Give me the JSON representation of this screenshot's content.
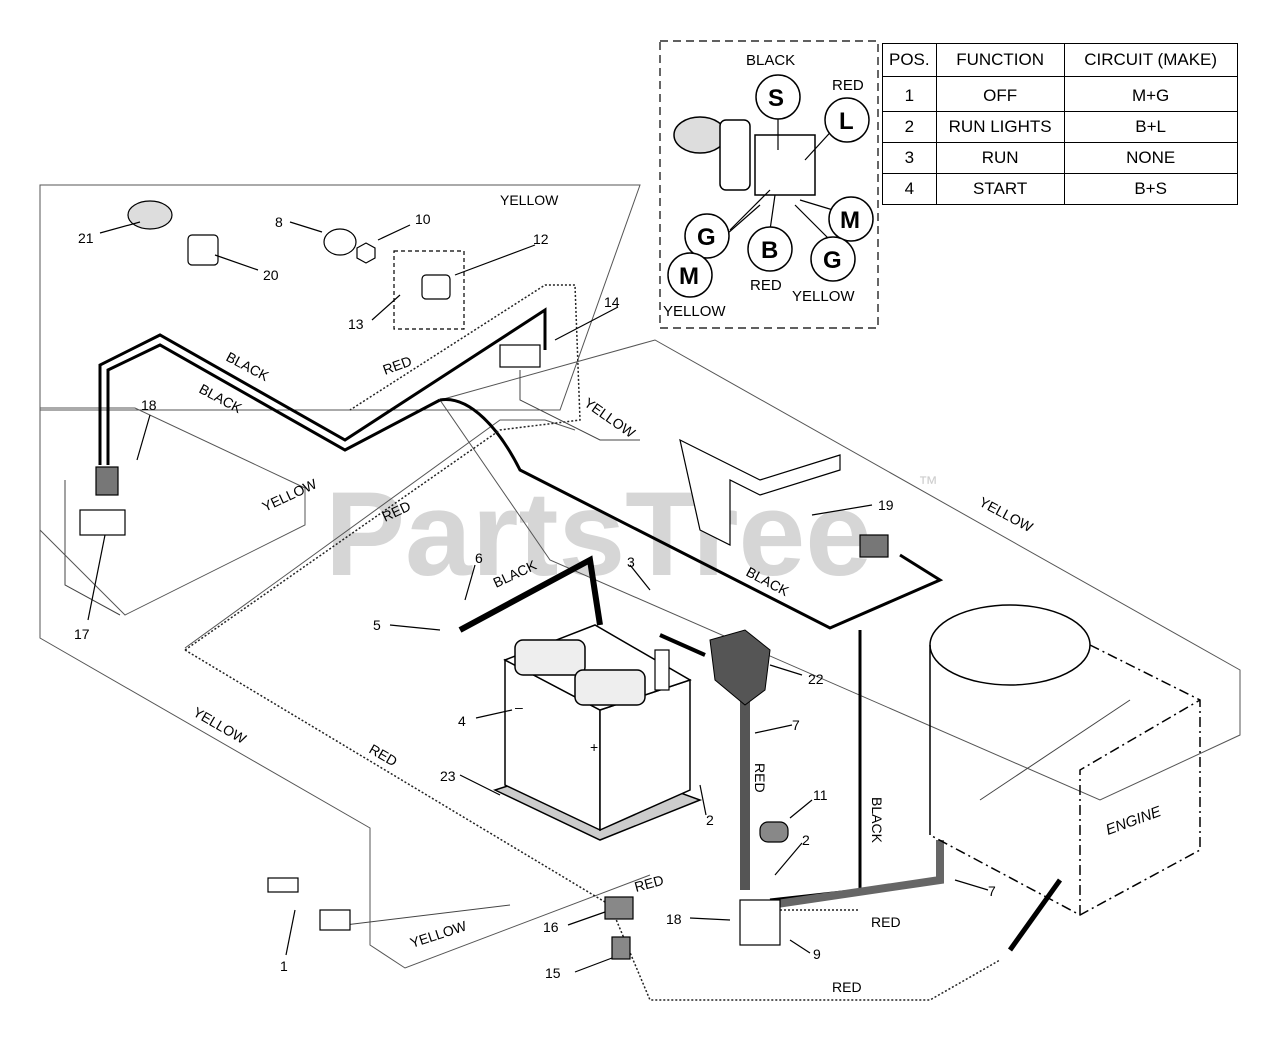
{
  "watermark": {
    "text": "PartsTree",
    "trademark": "™"
  },
  "switch_table": {
    "headers": [
      "POS.",
      "FUNCTION",
      "CIRCUIT  (MAKE)"
    ],
    "rows": [
      {
        "pos": "1",
        "function": "OFF",
        "circuit": "M+G"
      },
      {
        "pos": "2",
        "function": "RUN LIGHTS",
        "circuit": "B+L"
      },
      {
        "pos": "3",
        "function": "RUN",
        "circuit": "NONE"
      },
      {
        "pos": "4",
        "function": "START",
        "circuit": "B+S"
      }
    ]
  },
  "switch_detail": {
    "terminals": {
      "S": "S",
      "L": "L",
      "G1": "G",
      "B": "B",
      "M1": "M",
      "G2": "G",
      "M2": "M"
    },
    "wire_colors": {
      "black": "BLACK",
      "red_top": "RED",
      "red_bottom": "RED",
      "yellow_right": "YELLOW",
      "yellow_left": "YELLOW"
    }
  },
  "wire_labels": {
    "yellow_top": "YELLOW",
    "black_1": "BLACK",
    "black_2": "BLACK",
    "red_top": "RED",
    "yellow_left": "YELLOW",
    "red_mid": "RED",
    "yellow_right_diag": "YELLOW",
    "yellow_far_right": "YELLOW",
    "black_mid": "BLACK",
    "black_battery": "BLACK",
    "yellow_bottom_left": "YELLOW",
    "red_left": "RED",
    "red_vertical": "RED",
    "black_vertical": "BLACK",
    "red_bottom_1": "RED",
    "red_bottom_2": "RED",
    "red_bottom_3": "RED",
    "yellow_bottom": "YELLOW"
  },
  "engine_label": "ENGINE",
  "battery_marks": {
    "minus": "–",
    "plus": "+"
  },
  "part_numbers": {
    "p1": "1",
    "p2a": "2",
    "p2b": "2",
    "p3": "3",
    "p4": "4",
    "p5": "5",
    "p6": "6",
    "p7a": "7",
    "p7b": "7",
    "p8": "8",
    "p9": "9",
    "p10": "10",
    "p11": "11",
    "p12": "12",
    "p13": "13",
    "p14": "14",
    "p15": "15",
    "p16": "16",
    "p17": "17",
    "p18a": "18",
    "p18b": "18",
    "p19": "19",
    "p20": "20",
    "p21": "21",
    "p22": "22",
    "p23": "23"
  }
}
